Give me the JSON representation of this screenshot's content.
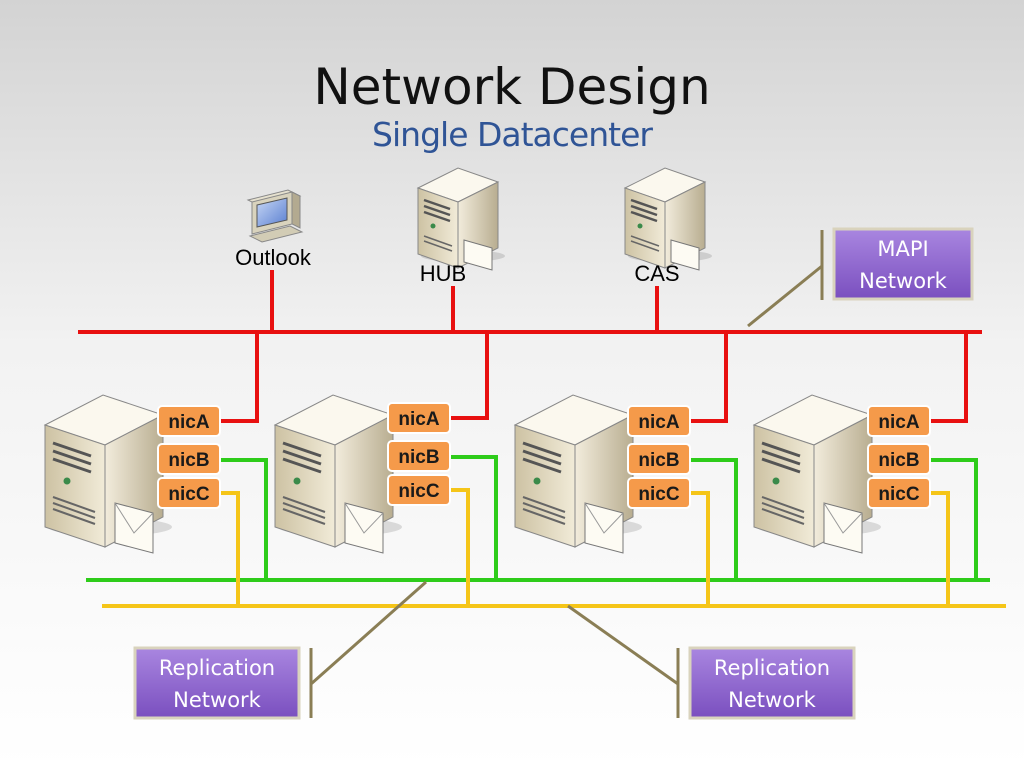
{
  "title": "Network Design",
  "subtitle": "Single Datacenter",
  "clients": [
    {
      "label": "Outlook",
      "kind": "monitor"
    },
    {
      "label": "HUB",
      "kind": "server"
    },
    {
      "label": "CAS",
      "kind": "server"
    }
  ],
  "nic_labels": [
    "nicA",
    "nicB",
    "nicC"
  ],
  "callouts": {
    "mapi": [
      "MAPI",
      "Network"
    ],
    "replication_left": [
      "Replication",
      "Network"
    ],
    "replication_right": [
      "Replication",
      "Network"
    ]
  },
  "colors": {
    "mapi_line": "#e81010",
    "replication_b": "#2ecc1a",
    "replication_c": "#f5c518",
    "nic_fill": "#f59a4a",
    "callout_fill": "#8b5fc7"
  }
}
